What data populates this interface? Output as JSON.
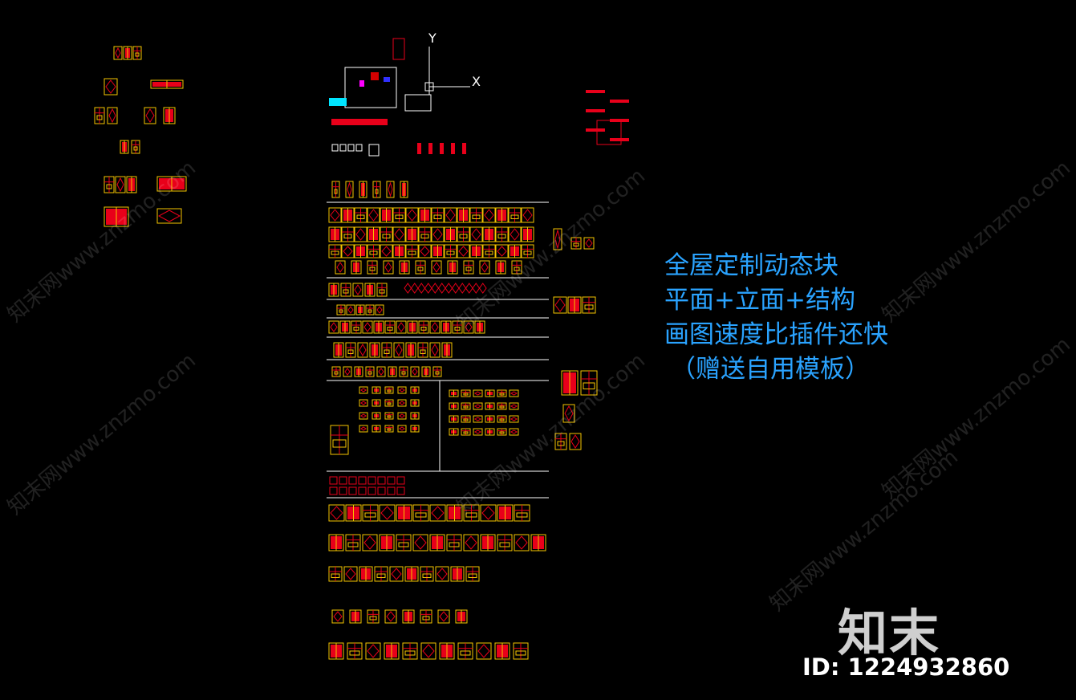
{
  "promo": {
    "line1": "全屋定制动态块",
    "line2": "平面+立面+结构",
    "line3": "画图速度比插件还快",
    "line4": "（赠送自用模板）"
  },
  "brand": {
    "logo_text": "知末",
    "id_text": "ID: 1224932860"
  },
  "watermark": {
    "text": "知末网www.znzmo.com"
  },
  "ucs": {
    "x_label": "X",
    "y_label": "Y"
  },
  "colors": {
    "background": "#000000",
    "promo_text": "#2aa3ff",
    "frame": "#ffffff",
    "drawing_red": "#e8001a",
    "drawing_yellow": "#f5c400",
    "drawing_magenta": "#ff00ff",
    "drawing_cyan": "#00e5ff"
  }
}
